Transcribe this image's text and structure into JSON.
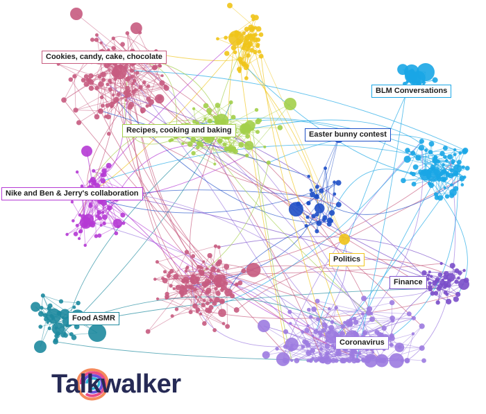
{
  "clusters": [
    {
      "id": "cookies",
      "label": "Cookies, candy, cake, chocolate",
      "color": "#c75b7f"
    },
    {
      "id": "recipes",
      "label": "Recipes, cooking and baking",
      "color": "#a3cf4a"
    },
    {
      "id": "blm",
      "label": "BLM Conversations",
      "color": "#1aa6e6"
    },
    {
      "id": "easter",
      "label": "Easter bunny contest",
      "color": "#1e4fc7"
    },
    {
      "id": "nike",
      "label": "Nike and Ben & Jerry's collaboration",
      "color": "#b53ad4"
    },
    {
      "id": "politics",
      "label": "Politics",
      "color": "#f0c419"
    },
    {
      "id": "finance",
      "label": "Finance",
      "color": "#7a4ec9"
    },
    {
      "id": "asmr",
      "label": "Food ASMR",
      "color": "#1e8a9e"
    },
    {
      "id": "corona",
      "label": "Coronavirus",
      "color": "#9c7be0"
    }
  ],
  "brand": {
    "name": "Talkwalker",
    "colors": [
      "#f58a5c",
      "#e84b8a",
      "#6b4fd9",
      "#2fb3d6",
      "#7fd28c"
    ]
  }
}
